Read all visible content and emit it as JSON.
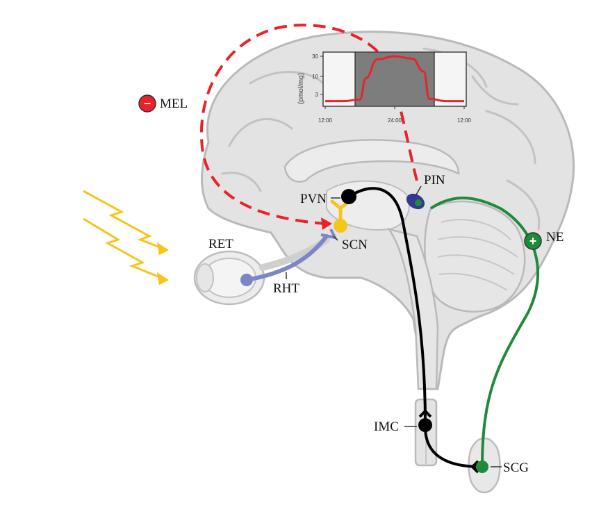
{
  "labels": {
    "mel": "MEL",
    "ne": "NE",
    "pvn": "PVN",
    "pin": "PIN",
    "scn": "SCN",
    "ret": "RET",
    "rht": "RHT",
    "imc": "IMC",
    "scg": "SCG"
  },
  "badges": {
    "mel_sign": "−",
    "ne_sign": "+"
  },
  "colors": {
    "melatonin": "#e8232a",
    "norepinephrine": "#1f8a3a",
    "rht": "#7b86c4",
    "scn": "#f2c81e",
    "neural": "#000000",
    "light": "#f5c518",
    "brain_fill": "#e3e3e3",
    "brain_stroke": "#b9b9b9",
    "pineal": "#33398c"
  },
  "inset_chart": {
    "ylabel": "(pmol/mg)",
    "yticks": [
      "30",
      "10",
      "3"
    ],
    "xticks": [
      "12:00",
      "24:00",
      "12:00"
    ]
  },
  "chart_data": {
    "type": "line",
    "ylabel": "(pmol/mg)",
    "yscale": "log",
    "x_tick_labels": [
      "12:00",
      "24:00",
      "12:00"
    ],
    "y_tick_labels": [
      "3",
      "10",
      "30"
    ],
    "shaded_dark_period": true,
    "series": [
      {
        "x": [
          "12:00",
          "15:00",
          "18:00",
          "19:00",
          "21:00",
          "24:00",
          "03:00",
          "05:00",
          "06:00",
          "09:00",
          "12:00"
        ],
        "values": [
          2,
          2,
          2.2,
          8,
          25,
          30,
          26,
          12,
          2.3,
          2,
          2
        ]
      }
    ]
  }
}
